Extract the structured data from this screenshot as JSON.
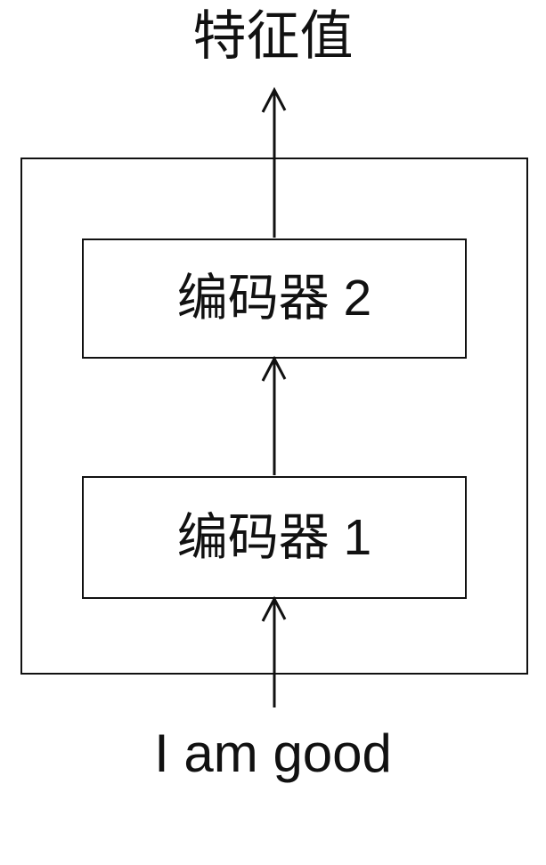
{
  "diagram": {
    "title": "特征值",
    "input_text": "I am good",
    "encoders": [
      {
        "id": "encoder-2",
        "label": "编码器 2"
      },
      {
        "id": "encoder-1",
        "label": "编码器 1"
      }
    ],
    "colors": {
      "line": "#111111",
      "text": "#111111",
      "background": "#ffffff"
    }
  }
}
